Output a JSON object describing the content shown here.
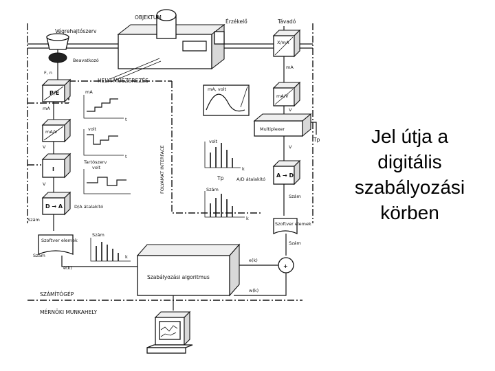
{
  "caption": {
    "line1": "Jel útja a",
    "line2": "digitális",
    "line3": "szabályozási",
    "line4": "körben"
  },
  "diagram": {
    "objektum": "OBJEKTUM",
    "vegrehajto": "Végrehajtószerv",
    "beavatkozo": "Beavatkozó",
    "erzekelo": "Érzékelő",
    "tavado": "Távadó",
    "helyi": "HELYI MŰSZEREZÉS",
    "fn": "F, n",
    "pe": "P/E",
    "ma": "mA",
    "ma_v": "mA/V",
    "v": "V",
    "ma_volt": "mA, volt",
    "volt": "volt",
    "t": "t",
    "torlo": "Tartószerv",
    "volt2": "volt",
    "da": "D → A",
    "da_label": "D/A átalakító",
    "folyamat": "FOLYAMAT INTERFACE",
    "multiplexer": "Multiplexer",
    "tp": "Tp",
    "ad": "A → D",
    "ad_label": "A/D átalakító",
    "szam": "Szám",
    "k": "k",
    "szoftver1": "Szoftver elemek",
    "szoftver2": "Szoftver elemek",
    "x_ma": "X/mA",
    "szabalyozasi": "Szabályozási algoritmus",
    "ek": "e(k)",
    "wk": "w(k)",
    "plus": "+",
    "szamitogep": "SZÁMÍTÓGÉP",
    "mernoki": "MÉRNÖKI MUNKAHELY",
    "i_sym": "I"
  }
}
